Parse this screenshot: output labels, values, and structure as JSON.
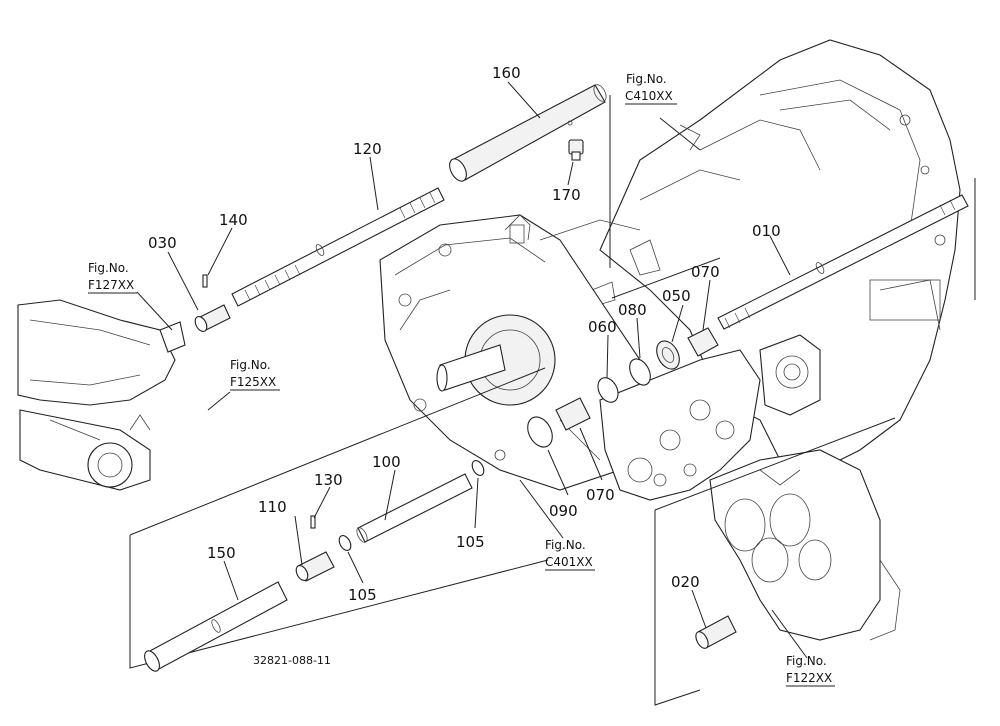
{
  "parts": {
    "p010": "010",
    "p020": "020",
    "p030": "030",
    "p050": "050",
    "p060": "060",
    "p070a": "070",
    "p070b": "070",
    "p080": "080",
    "p090": "090",
    "p100": "100",
    "p105a": "105",
    "p105b": "105",
    "p110": "110",
    "p120": "120",
    "p130": "130",
    "p140": "140",
    "p150": "150",
    "p160": "160",
    "p170": "170"
  },
  "figrefs": {
    "c410": {
      "label": "Fig.No.",
      "code": "C410XX"
    },
    "f127": {
      "label": "Fig.No.",
      "code": "F127XX"
    },
    "f125": {
      "label": "Fig.No.",
      "code": "F125XX"
    },
    "c401": {
      "label": "Fig.No.",
      "code": "C401XX"
    },
    "f122": {
      "label": "Fig.No.",
      "code": "F122XX"
    }
  },
  "drawing_code": "32821-088-11"
}
